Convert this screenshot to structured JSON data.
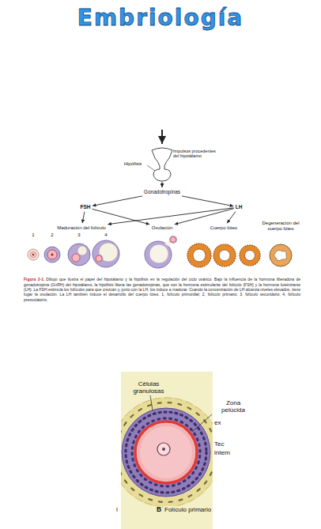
{
  "diagram": {
    "title": "Embriología",
    "caption": "Dibujo que ilustra el papel del hipotálamo y la hipófisis en la regulación del ciclo ovárico. Bajo la influencia de la hormona liberadora de gonadotropina (GnRH) del hipotálamo, la hipófisis libera las gonadotropinas, que son la hormona estimulante del folículo (FSH) y la hormona luteinizante (LH). La FSH estimula los folículos para que crezcan y, junto con la LH, los induce a madurar. Cuando la concentración de LH alcanza niveles elevados, tiene lugar la ovulación. La LH también induce el desarrollo del cuerpo lúteo. 1, folículo primordial; 2, folículo primario; 3, folículo secundario; 4, folículo preovulatorio.",
    "nodes": [
      {
        "text": [
          "Impulsos procedentes del hipotálamo"
        ]
      },
      {
        "text": [
          "Hipófisis"
        ]
      },
      {
        "text": [
          "Gonadotropinas"
        ]
      },
      {
        "text": [
          "FSH"
        ]
      },
      {
        "text": [
          "LH"
        ]
      },
      {
        "text": [
          "Maduración del folículo"
        ]
      },
      {
        "text": [
          "Ovulación"
        ]
      },
      {
        "text": [
          "Cuerpo lúteo"
        ]
      },
      {
        "text": [
          "Degeneración del cuerpo lúteo"
        ]
      }
    ],
    "edges": [
      {
        "from": 2,
        "to": 3,
        "arrow": "to"
      },
      {
        "from": 2,
        "to": 4,
        "arrow": "to"
      },
      {
        "from": 3,
        "to": 5,
        "arrow": "to"
      },
      {
        "from": 3,
        "to": 6,
        "arrow": "to"
      },
      {
        "from": 4,
        "to": 5,
        "arrow": "to"
      },
      {
        "from": 4,
        "to": 6,
        "arrow": "to"
      },
      {
        "from": 4,
        "to": 7,
        "arrow": "to"
      }
    ],
    "labels": [
      "1",
      "2",
      "3",
      "4",
      "Figura 2-1.",
      "Células granulosas",
      "Zona pelúcida",
      "ex",
      "Tec",
      "intern",
      "l",
      "B",
      "Folículo primario"
    ]
  }
}
